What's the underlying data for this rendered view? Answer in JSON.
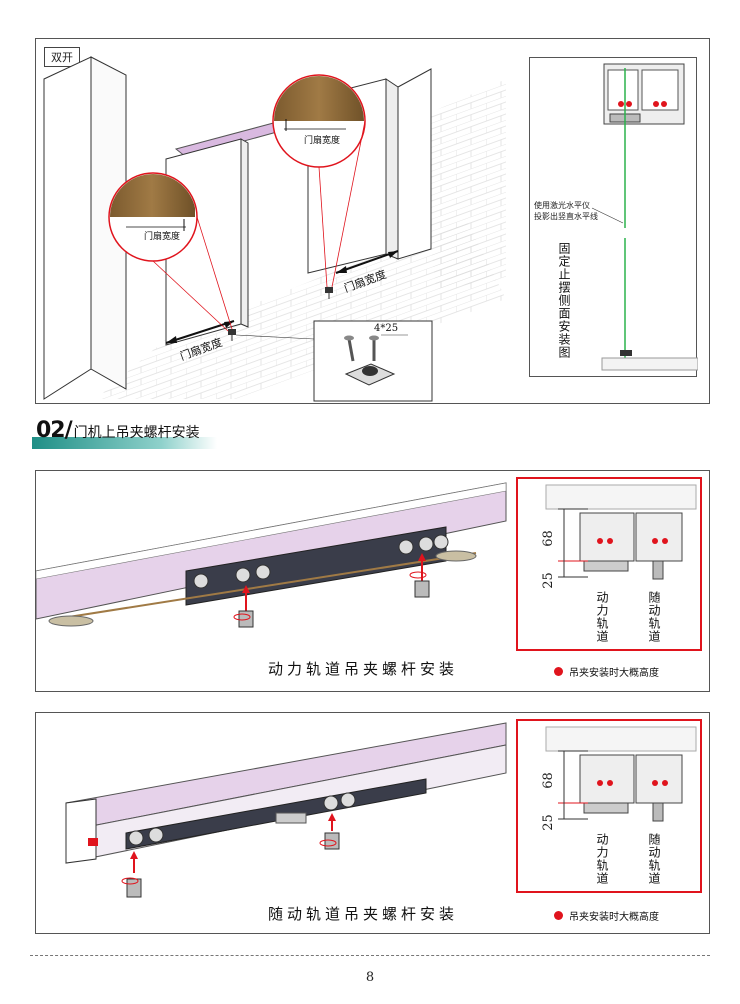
{
  "top_panel": {
    "tag": "双开",
    "door_width_label": "门扇宽度",
    "screw_spec": "4*25",
    "side_view": {
      "laser_note_line1": "使用激光水平仪",
      "laser_note_line2": "投影出竖直水平线",
      "title": "固定止摆侧面安装图"
    }
  },
  "section": {
    "number": "02/",
    "title": "门机上吊夹螺杆安装"
  },
  "panel_power": {
    "caption": "动力轨道吊夹螺杆安装",
    "dim_68": "68",
    "dim_25": "25",
    "label_power": "动力轨道",
    "label_follow": "随动轨道",
    "legend": "吊夹安装时大概高度"
  },
  "panel_follow": {
    "caption": "随动轨道吊夹螺杆安装",
    "dim_68": "68",
    "dim_25": "25",
    "label_power": "动力轨道",
    "label_follow": "随动轨道",
    "legend": "吊夹安装时大概高度"
  },
  "page": {
    "number": "8"
  },
  "colors": {
    "accent_red": "#e0141d",
    "track_pink": "#e6d2ea",
    "green_laser": "#2bb24c",
    "teal_bar": "#1f8f86",
    "wood": "#8a6a3a"
  }
}
